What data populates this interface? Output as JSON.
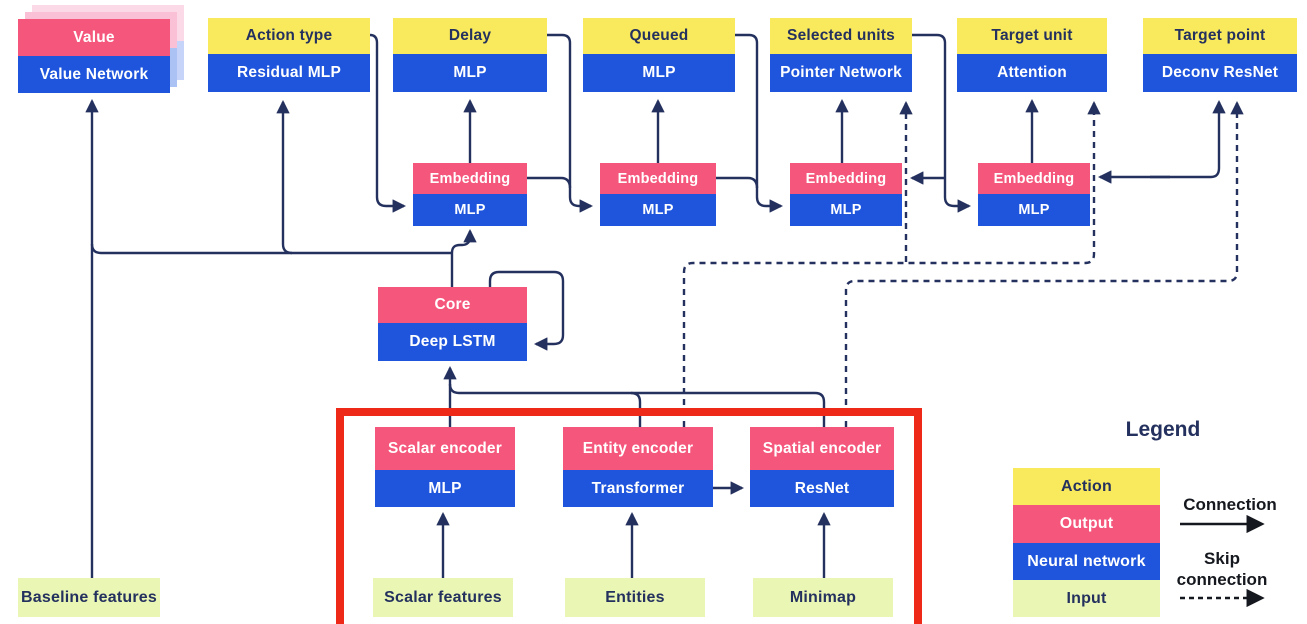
{
  "diagram": {
    "heads": [
      {
        "top": "Value",
        "network": "Value Network"
      },
      {
        "top": "Action type",
        "network": "Residual MLP"
      },
      {
        "top": "Delay",
        "network": "MLP"
      },
      {
        "top": "Queued",
        "network": "MLP"
      },
      {
        "top": "Selected units",
        "network": "Pointer Network"
      },
      {
        "top": "Target unit",
        "network": "Attention"
      },
      {
        "top": "Target point",
        "network": "Deconv ResNet"
      }
    ],
    "embeddings": [
      {
        "top": "Embedding",
        "bottom": "MLP"
      },
      {
        "top": "Embedding",
        "bottom": "MLP"
      },
      {
        "top": "Embedding",
        "bottom": "MLP"
      },
      {
        "top": "Embedding",
        "bottom": "MLP"
      }
    ],
    "core": {
      "top": "Core",
      "bottom": "Deep LSTM"
    },
    "encoders": [
      {
        "top": "Scalar encoder",
        "bottom": "MLP"
      },
      {
        "top": "Entity encoder",
        "bottom": "Transformer"
      },
      {
        "top": "Spatial encoder",
        "bottom": "ResNet"
      }
    ],
    "inputs": {
      "baseline": "Baseline features",
      "scalar": "Scalar features",
      "entities": "Entities",
      "minimap": "Minimap"
    }
  },
  "legend": {
    "title": "Legend",
    "items": [
      {
        "label": "Action"
      },
      {
        "label": "Output"
      },
      {
        "label": "Neural network"
      },
      {
        "label": "Input"
      }
    ],
    "connection_label": "Connection",
    "skip_connection_label": "Skip connection"
  },
  "colors": {
    "action": "#F9E95D",
    "output": "#F5567B",
    "neural_network": "#1E55DC",
    "input": "#EAF6B4",
    "wire": "#24315E",
    "highlight_box": "#EF2917"
  }
}
